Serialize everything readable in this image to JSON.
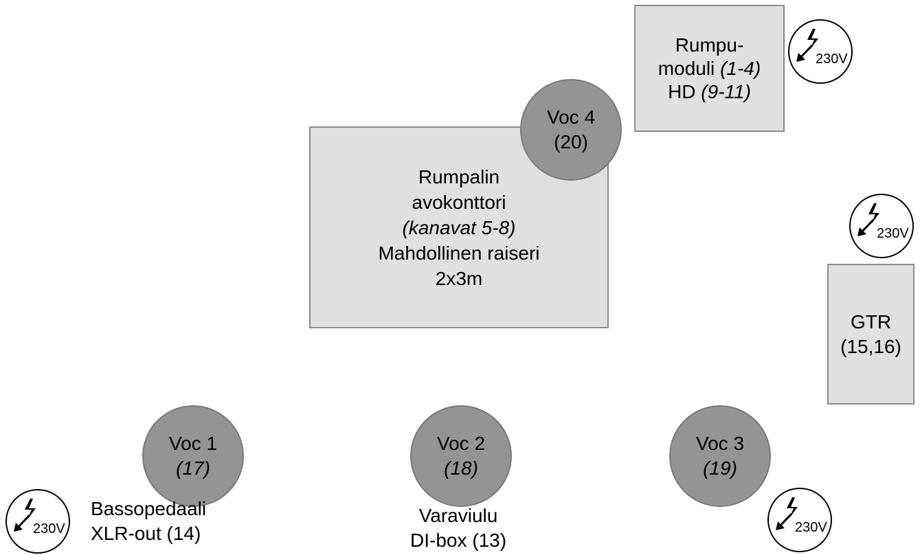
{
  "drum_module": {
    "line1": "Rumpu-",
    "line2_a": "moduli ",
    "line2_b": "(1-4)",
    "line3_a": "HD ",
    "line3_b": "(9-11)"
  },
  "drum_riser": {
    "line1": "Rumpalin",
    "line2": "avokonttori",
    "line3": "(kanavat 5-8)",
    "line4": "Mahdollinen raiseri",
    "line5": "2x3m"
  },
  "voc4": {
    "label": "Voc 4",
    "channel": "(20)"
  },
  "gtr": {
    "label": "GTR",
    "channel": "(15,16)"
  },
  "voc1": {
    "label": "Voc 1",
    "channel": "(17)"
  },
  "voc2": {
    "label": "Voc 2",
    "channel": "(18)"
  },
  "voc3": {
    "label": "Voc 3",
    "channel": "(19)"
  },
  "power_outlets": [
    {
      "label": "230V"
    },
    {
      "label": "230V"
    },
    {
      "label": "230V"
    },
    {
      "label": "230V"
    }
  ],
  "bass_pedal": {
    "line1": "Bassopedaali",
    "line2": "XLR-out (14)"
  },
  "spare_violin": {
    "line1": "Varaviulu",
    "line2": "DI-box (13)"
  },
  "colors": {
    "box_fill": "#e0e0e0",
    "circle_fill": "#949494"
  }
}
